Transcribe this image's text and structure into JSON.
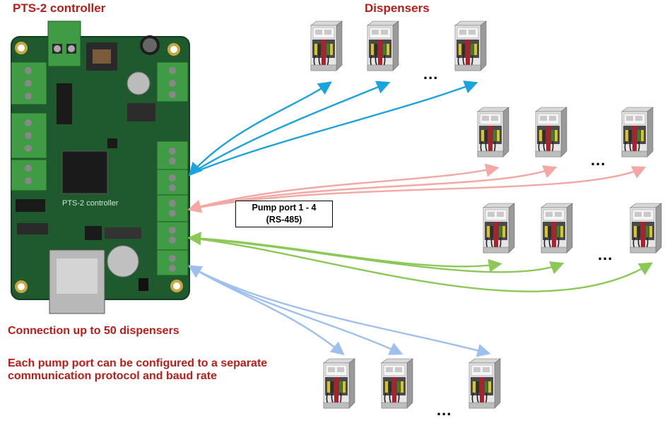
{
  "labels": {
    "controller_title": "PTS-2 controller",
    "dispensers_title": "Dispensers",
    "port_label_line1": "Pump port 1 - 4",
    "port_label_line2": "(RS-485)",
    "connection_note": "Connection up to 50 dispensers",
    "config_note": "Each pump port can be configured to a separate communication protocol and baud rate",
    "ellipsis": "...",
    "board_silkscreen": "PTS-2 controller"
  },
  "colors": {
    "title_red": "#b81d17",
    "port1_arrow": "#1ba3dd",
    "port2_arrow": "#f4a7a3",
    "port3_arrow": "#8bc855",
    "port4_arrow": "#9fc0ee",
    "board_green": "#1f5a2f",
    "terminal_green": "#3f9b44"
  },
  "icons": {
    "dispenser": "fuel-dispenser-icon",
    "controller": "pcb-board-image"
  }
}
